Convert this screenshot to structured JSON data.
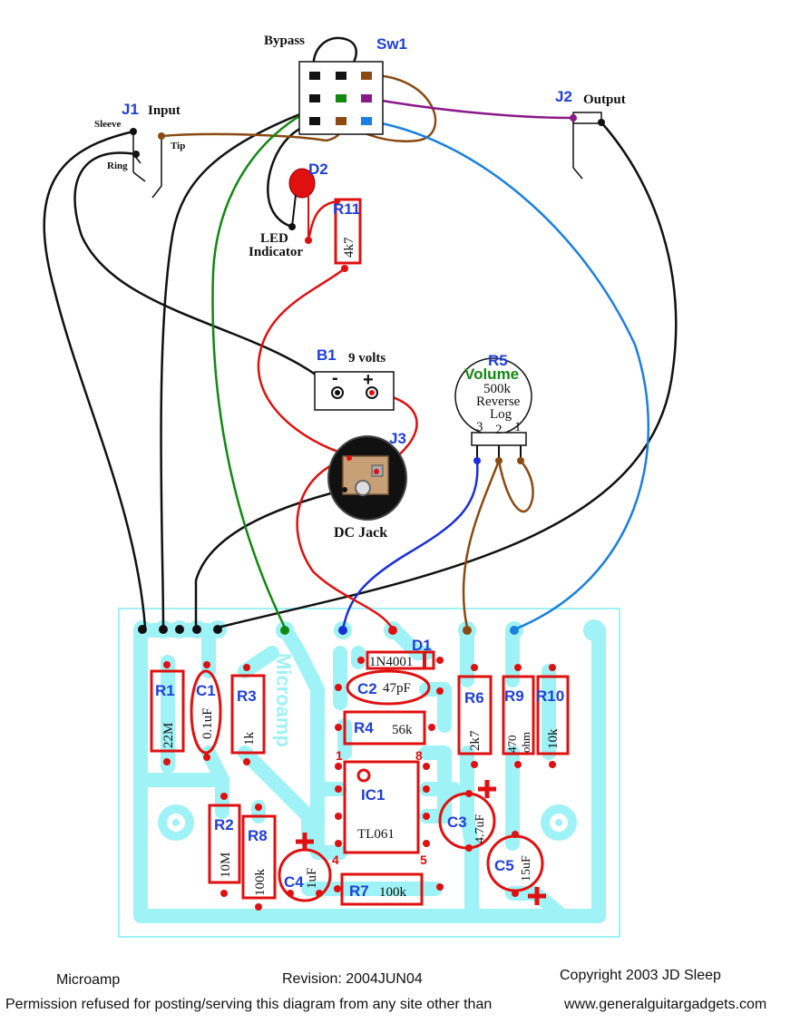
{
  "labels": {
    "bypass": "Bypass",
    "sw1": "Sw1",
    "j1": "J1",
    "input": "Input",
    "sleeve": "Sleeve",
    "tip": "Tip",
    "ring": "Ring",
    "d2": "D2",
    "led1": "LED",
    "led2": "Indicator",
    "r11": "R11",
    "r11_val": "4k7",
    "j2": "J2",
    "output": "Output",
    "b1": "B1",
    "b1_val": "9 volts",
    "minus": "-",
    "plus": "+",
    "r5": "R5",
    "volume": "Volume",
    "pot_val": "500k",
    "pot_taper1": "Reverse",
    "pot_taper2": "Log",
    "pin3": "3",
    "pin2": "2",
    "pin1": "1",
    "j3": "J3",
    "dc_jack": "DC Jack",
    "pcb_title": "Microamp"
  },
  "components": {
    "r1": {
      "label": "R1",
      "value": "22M"
    },
    "c1": {
      "label": "C1",
      "value": "0.1uF"
    },
    "r3": {
      "label": "R3",
      "value": "1k"
    },
    "d1": {
      "label": "D1",
      "value": "1N4001"
    },
    "c2": {
      "label": "C2",
      "value": "47pF"
    },
    "r4": {
      "label": "R4",
      "value": "56k"
    },
    "ic1": {
      "label": "IC1",
      "value": "TL061",
      "pin1": "1",
      "pin8": "8",
      "pin4": "4",
      "pin5": "5"
    },
    "r6": {
      "label": "R6",
      "value": "2k7"
    },
    "r9": {
      "label": "R9",
      "value1": "470",
      "value2": "ohm"
    },
    "r10": {
      "label": "R10",
      "value": "10k"
    },
    "r2": {
      "label": "R2",
      "value": "10M"
    },
    "r8": {
      "label": "R8",
      "value": "100k"
    },
    "c4": {
      "label": "C4",
      "value": "1uF"
    },
    "r7": {
      "label": "R7",
      "value": "100k"
    },
    "c3": {
      "label": "C3",
      "value": "4.7uF"
    },
    "c5": {
      "label": "C5",
      "value": "15uF"
    }
  },
  "footer": {
    "name": "Microamp",
    "revision": "Revision:  2004JUN04",
    "copyright": "Copyright 2003   JD Sleep",
    "permission": "Permission refused for posting/serving this diagram from any site other than",
    "url": "www.generalguitargadgets.com"
  },
  "colors": {
    "pcb": "#9ff2f6",
    "component": "#e01010",
    "wire_red": "#e01010",
    "wire_black": "#111111",
    "wire_green": "#118811",
    "wire_brown": "#8a4a12",
    "wire_blue": "#1a7fe0",
    "wire_purple": "#8a1a8a",
    "label_blue": "#1f3fd8"
  }
}
